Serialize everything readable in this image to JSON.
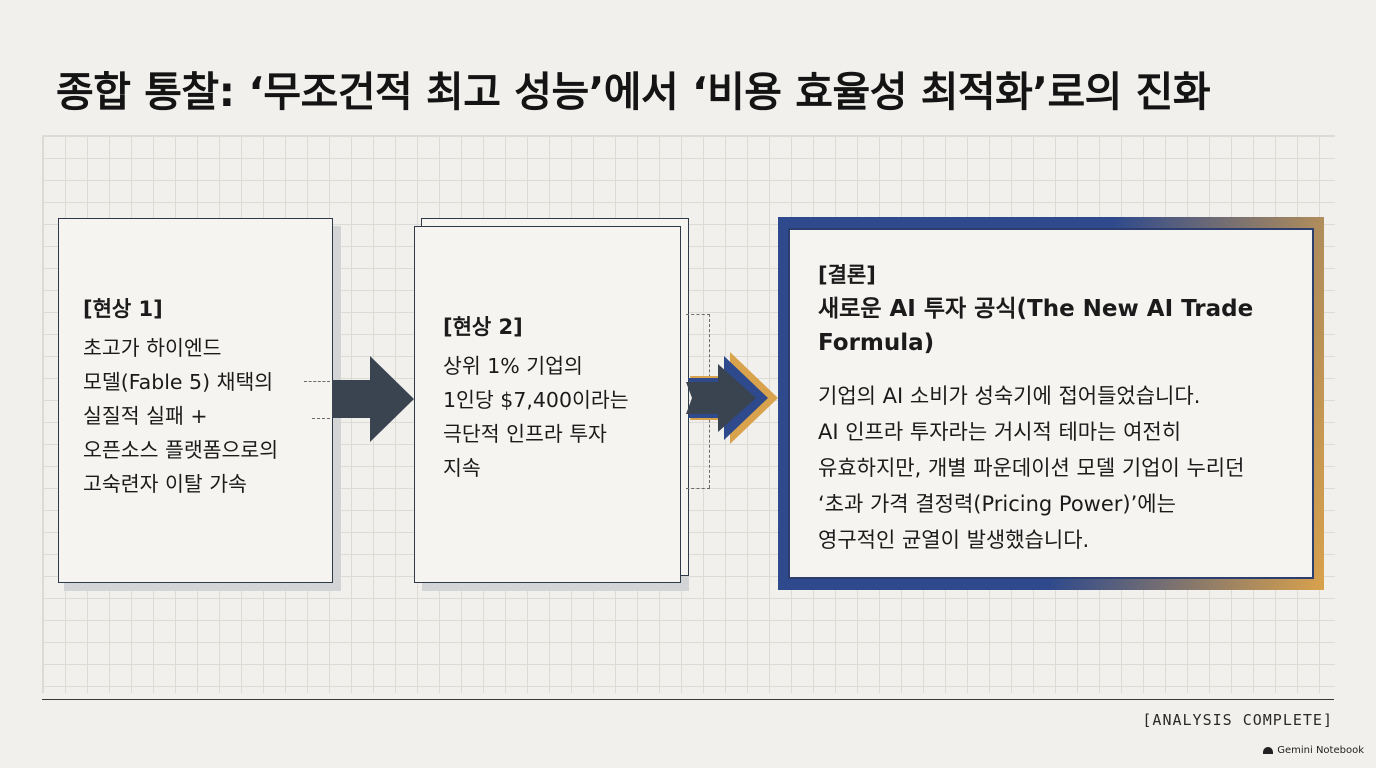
{
  "title": "종합 통찰: ‘무조건적 최고 성능’에서 ‘비용 효율성 최적화’로의 진화",
  "phenomenon1": {
    "label": "[현상 1]",
    "lines": [
      "초고가 하이엔드",
      "모델(Fable 5) 채택의",
      "실질적 실패 +",
      "오픈소스 플랫폼으로의",
      "고숙련자 이탈 가속"
    ]
  },
  "phenomenon2": {
    "label": "[현상 2]",
    "lines": [
      "상위 1% 기업의",
      "1인당 $7,400이라는",
      "극단적 인프라 투자",
      "지속"
    ]
  },
  "conclusion": {
    "tag": "[결론]",
    "title_lines": [
      "새로운 AI 투자 공식(The New AI Trade",
      "Formula)"
    ],
    "body_lines": [
      "기업의 AI 소비가 성숙기에 접어들었습니다.",
      "AI 인프라 투자라는 거시적 테마는 여전히",
      "유효하지만, 개별 파운데이션 모델 기업이 누리던",
      "‘초과 가격 결정력(Pricing Power)’에는",
      "영구적인 균열이 발생했습니다."
    ]
  },
  "status": "[ANALYSIS COMPLETE]",
  "brand": "Gemini Notebook",
  "colors": {
    "background": "#f1f0ec",
    "card_border": "#2f3a48",
    "arrow": "#3a4350",
    "accent_blue": "#2f4a8c",
    "accent_gold": "#d9a24c"
  },
  "icons": [
    "arrow-right-icon",
    "gemini-notebook-icon"
  ]
}
